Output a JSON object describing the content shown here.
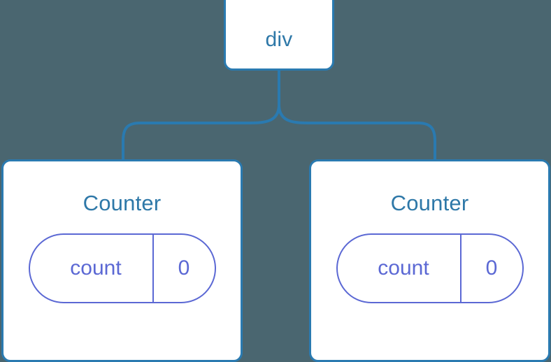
{
  "diagram": {
    "type": "component-tree",
    "background_color": "#4a6670",
    "node_border_color": "#2a7ab0",
    "node_fill_color": "#ffffff",
    "node_text_color": "#2e78a8",
    "state_accent_color": "#5b68d4",
    "connector_color": "#2a7ab0"
  },
  "root": {
    "label": "div"
  },
  "children": [
    {
      "label": "Counter",
      "state": {
        "key": "count",
        "value": "0"
      }
    },
    {
      "label": "Counter",
      "state": {
        "key": "count",
        "value": "0"
      }
    }
  ]
}
